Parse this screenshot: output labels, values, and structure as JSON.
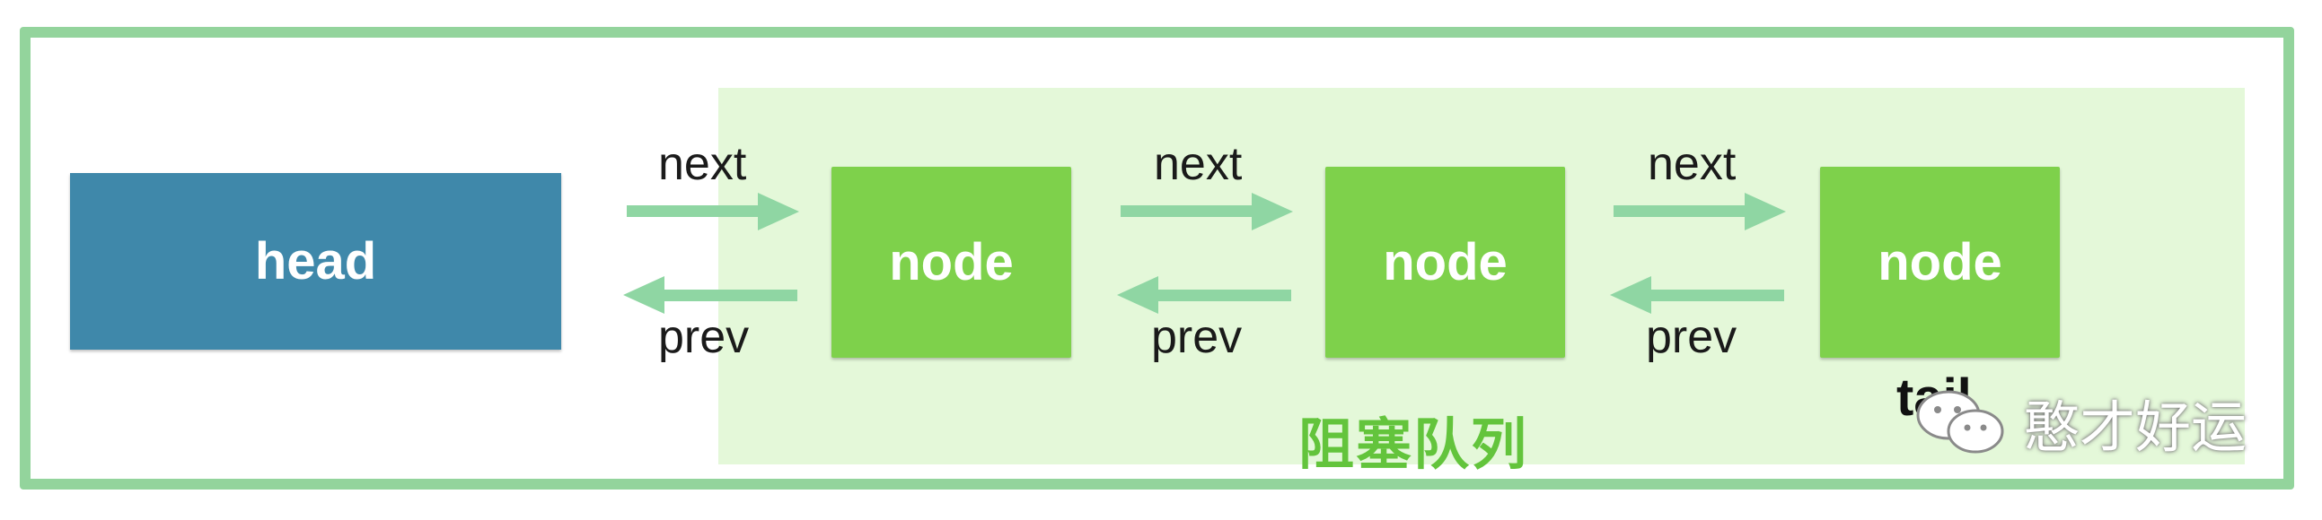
{
  "diagram": {
    "head": "head",
    "nodes": [
      "node",
      "node",
      "node"
    ],
    "next_label": "next",
    "prev_label": "prev",
    "tail_label": "tail",
    "queue_label": "阻塞队列",
    "watermark_text": "憨才好运",
    "watermark_icon": "wechat-icon",
    "colors": {
      "frame": "#93d49c",
      "queue_background": "#e4f8d9",
      "head_box": "#3f88aa",
      "node_box": "#7ed14b",
      "arrow": "#8fd6a3",
      "queue_label": "#63c43c"
    }
  }
}
